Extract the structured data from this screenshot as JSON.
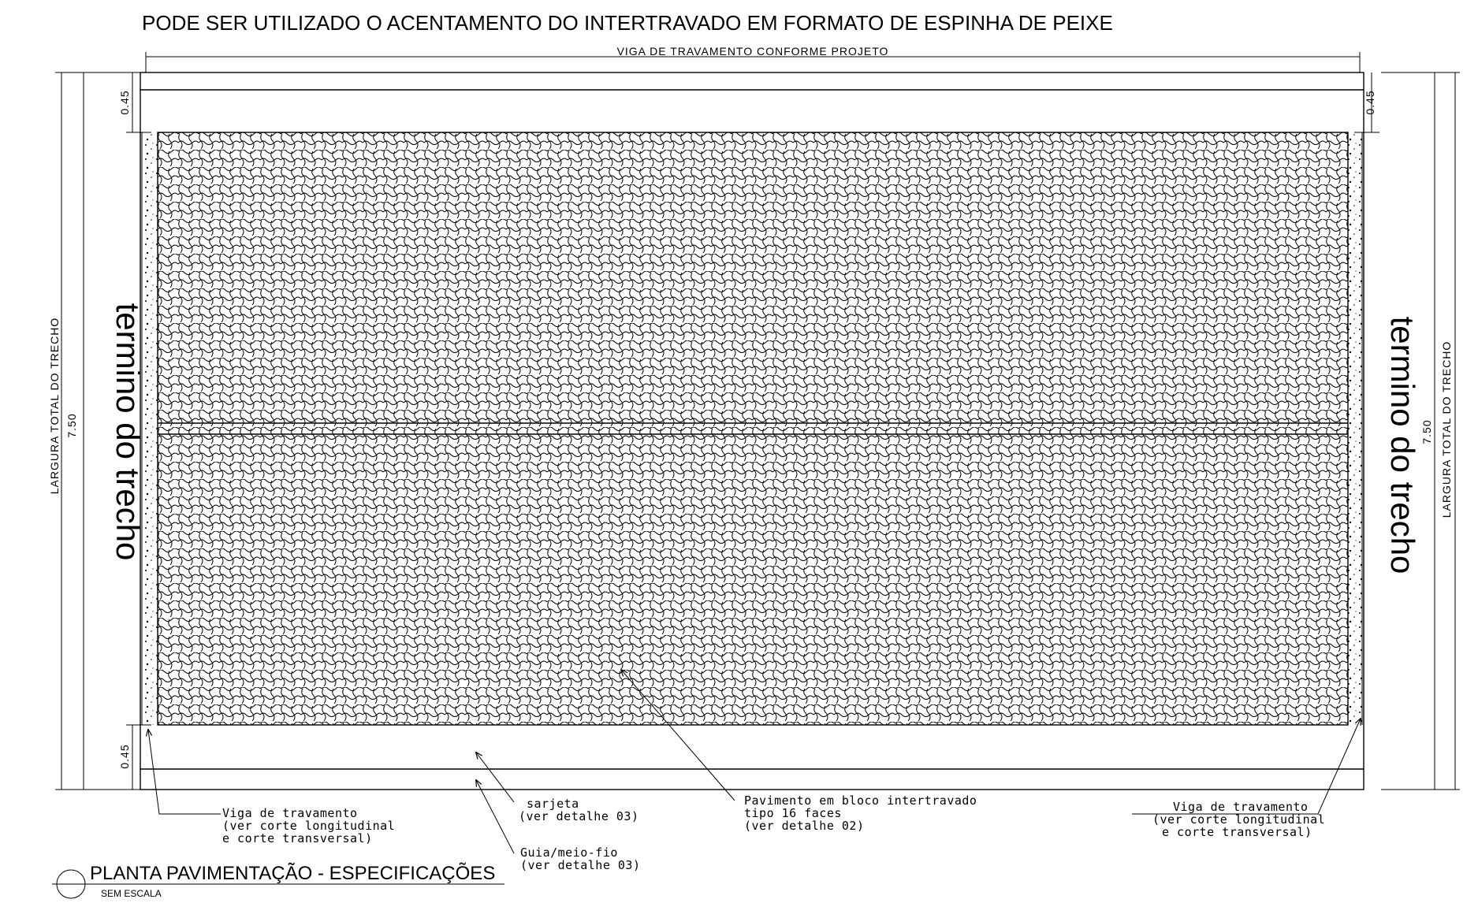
{
  "header": {
    "note": "PODE SER UTILIZADO O ACENTAMENTO DO INTERTRAVADO EM FORMATO DE ESPINHA DE PEIXE",
    "beam_label": "VIGA  DE  TRAVAMENTO  CONFORME  PROJETO"
  },
  "dimensions": {
    "beam_width_top_left": "0.45",
    "beam_width_top_right": "0.45",
    "beam_width_bottom_left": "0.45",
    "total_width_left": "7.50",
    "total_width_right": "7.50",
    "total_width_label_left": "LARGURA  TOTAL  DO  TRECHO",
    "total_width_label_right": "LARGURA  TOTAL  DO  TRECHO"
  },
  "side_labels": {
    "left": "termino do trecho",
    "right": "termino do trecho"
  },
  "callouts": {
    "viga_left": [
      "Viga de travamento",
      "(ver corte longitudinal",
      "e corte transversal)"
    ],
    "sarjeta": [
      "sarjeta",
      "(ver detalhe 03)"
    ],
    "guia": [
      "Guia/meio-fio",
      "(ver detalhe 03)"
    ],
    "pavimento": [
      "Pavimento em bloco intertravado",
      "tipo 16 faces",
      "(ver detalhe 02)"
    ],
    "viga_right": [
      "Viga de travamento",
      "(ver corte longitudinal",
      "e corte transversal)"
    ]
  },
  "plan": {
    "title": "PLANTA PAVIMENTAÇÃO - ESPECIFICAÇÕES",
    "scale": "SEM ESCALA"
  }
}
